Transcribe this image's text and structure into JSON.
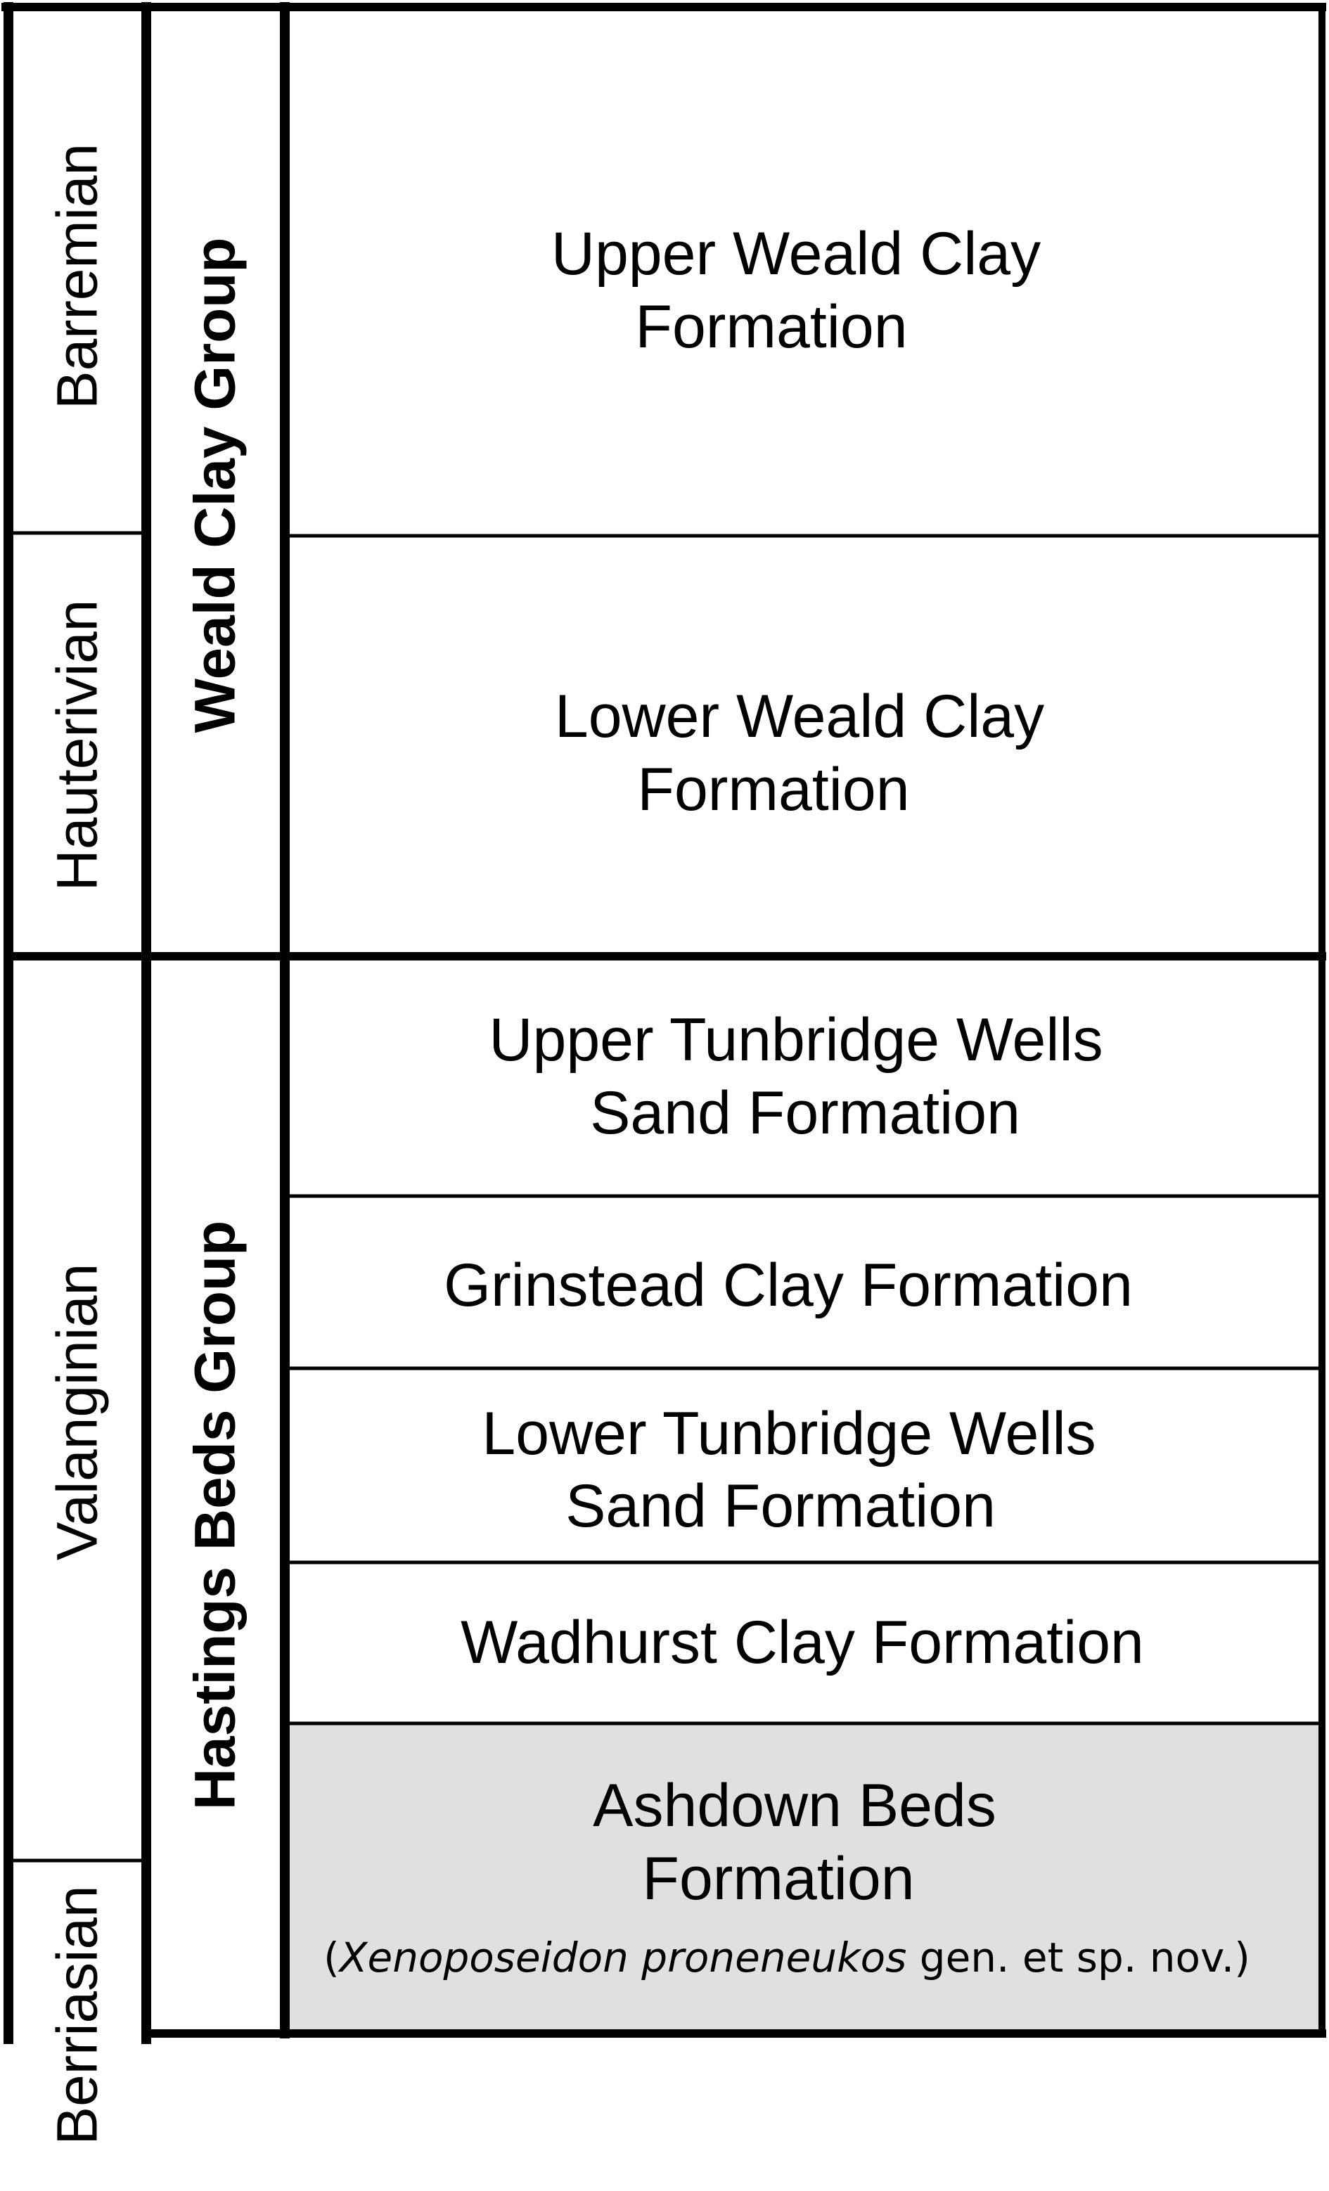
{
  "colors": {
    "line": "#000000",
    "background": "#ffffff",
    "highlight_fill": "#e0e0e0"
  },
  "stages": [
    {
      "id": "barremian",
      "label": "Barremian"
    },
    {
      "id": "hauterivian",
      "label": "Hauterivian"
    },
    {
      "id": "valanginian",
      "label": "Valanginian"
    },
    {
      "id": "berriasian",
      "label": "Berriasian"
    }
  ],
  "groups": [
    {
      "id": "weald-clay-group",
      "label": "Weald Clay Group"
    },
    {
      "id": "hastings-beds-group",
      "label": "Hastings Beds Group"
    }
  ],
  "formations": [
    {
      "id": "upper-weald-clay",
      "lines": [
        "Upper Weald Clay",
        "Formation"
      ],
      "highlighted": false
    },
    {
      "id": "lower-weald-clay",
      "lines": [
        "Lower Weald Clay",
        "Formation"
      ],
      "highlighted": false
    },
    {
      "id": "upper-tunbridge-wells",
      "lines": [
        "Upper Tunbridge Wells",
        "Sand Formation"
      ],
      "highlighted": false
    },
    {
      "id": "grinstead-clay",
      "lines": [
        "Grinstead Clay Formation"
      ],
      "highlighted": false
    },
    {
      "id": "lower-tunbridge-wells",
      "lines": [
        "Lower Tunbridge Wells",
        "Sand Formation"
      ],
      "highlighted": false
    },
    {
      "id": "wadhurst-clay",
      "lines": [
        "Wadhurst Clay Formation"
      ],
      "highlighted": false
    },
    {
      "id": "ashdown-beds",
      "lines": [
        "Ashdown Beds",
        "Formation"
      ],
      "highlighted": true
    }
  ],
  "ashdown_note": {
    "open_paren": "(",
    "taxon": "Xenoposeidon proneneukos",
    "rest": " gen. et sp. nov.)"
  }
}
